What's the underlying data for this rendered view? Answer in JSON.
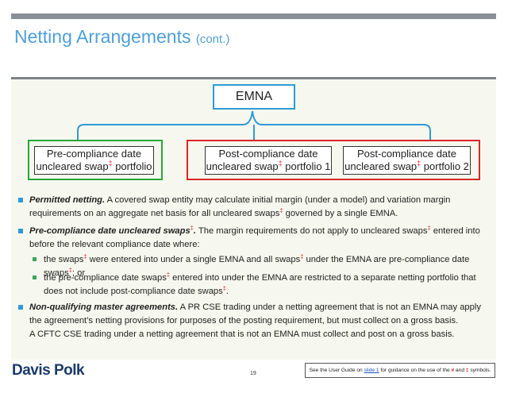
{
  "slide": {
    "title": "Netting Arrangements",
    "title_suffix": "(cont.)",
    "page_number": "19"
  },
  "diagram": {
    "root": "EMNA",
    "box1": {
      "line1": "Pre-compliance date",
      "line2a": "uncleared swap",
      "mark": "‡",
      "line2b": " portfolio"
    },
    "box2": {
      "line1": "Post-compliance date",
      "line2a": "uncleared swap",
      "mark": "‡",
      "line2b": " portfolio 1"
    },
    "box3": {
      "line1": "Post-compliance date",
      "line2a": "uncleared swap",
      "mark": "‡",
      "line2b": " portfolio 2"
    }
  },
  "bullets": {
    "b1": {
      "lead": "Permitted netting.",
      "text_a": "  A covered swap entity may calculate initial margin (under a model) and variation margin requirements on an aggregate net basis for all uncleared swaps",
      "mark": "‡",
      "text_b": " governed by a single EMNA."
    },
    "b2": {
      "lead": "Pre-compliance date uncleared swaps",
      "lead_mark": "‡",
      "lead_end": ".",
      "text_a": " The margin requirements do not apply to uncleared swaps",
      "mark": "‡",
      "text_b": " entered into before the relevant compliance date where:"
    },
    "b3": {
      "text_a": "the swaps",
      "mark1": "‡",
      "text_b": " were entered into under a single EMNA and all swaps",
      "mark2": "‡",
      "text_c": " under the EMNA are pre-compliance date swaps",
      "mark3": "‡",
      "text_d": "; or"
    },
    "b4": {
      "text_a": "the pre-compliance date swaps",
      "mark1": "‡",
      "text_b": " entered into under the EMNA are restricted to a separate netting portfolio that does not include post-compliance date swaps",
      "mark2": "‡",
      "text_c": "."
    },
    "b5": {
      "lead": "Non-qualifying master agreements.",
      "text_a": "  A PR CSE trading under a netting agreement that is not an EMNA may apply the agreement’s netting provisions for purposes of the posting requirement, but must collect on a gross basis.",
      "text_b": "A CFTC CSE trading under a netting agreement that is not an EMNA must collect and post on a gross basis."
    }
  },
  "footer": {
    "logo": "Davis Polk",
    "note_a": "See the User Guide on ",
    "note_link": "slide 1",
    "note_b": " for guidance on the use of the ",
    "note_sym1": "#",
    "note_c": " and ",
    "note_sym2": "‡",
    "note_d": " symbols."
  },
  "colors": {
    "title": "#4f9fd8",
    "accent_blue": "#2f9bd6",
    "green": "#2aa63a",
    "red": "#d9262b",
    "logo": "#1a3a6b"
  }
}
